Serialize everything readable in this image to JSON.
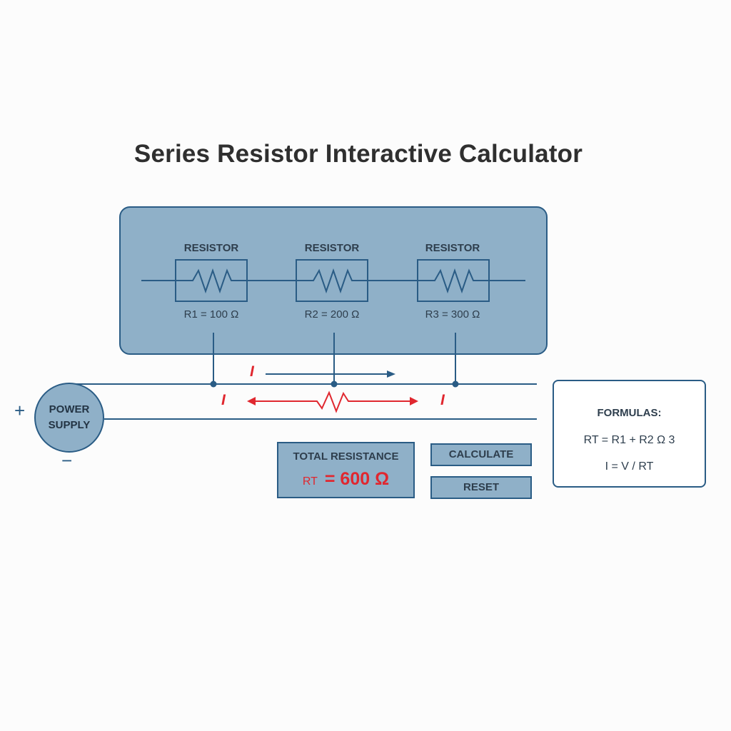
{
  "title": "Series Resistor Interactive Calculator",
  "resistors": [
    {
      "label": "RESISTOR",
      "value": "R1 = 100 Ω"
    },
    {
      "label": "RESISTOR",
      "value": "R2 = 200 Ω"
    },
    {
      "label": "RESISTOR",
      "value": "R3 = 300 Ω"
    }
  ],
  "current_symbol": "I",
  "power_supply": {
    "line1": "POWER",
    "line2": "SUPPLY",
    "plus": "+",
    "minus": "−"
  },
  "total": {
    "label": "TOTAL RESISTANCE",
    "symbol": "RT",
    "value": "= 600 Ω"
  },
  "buttons": {
    "calculate": "CALCULATE",
    "reset": "RESET"
  },
  "formulas": {
    "title": "FORMULAS:",
    "line1": "RT = R1 + R2 Ω 3",
    "line2": "I = V / RT"
  },
  "colors": {
    "panel": "#8fb0c8",
    "stroke": "#2a5c85",
    "accent_red": "#e0272f"
  }
}
